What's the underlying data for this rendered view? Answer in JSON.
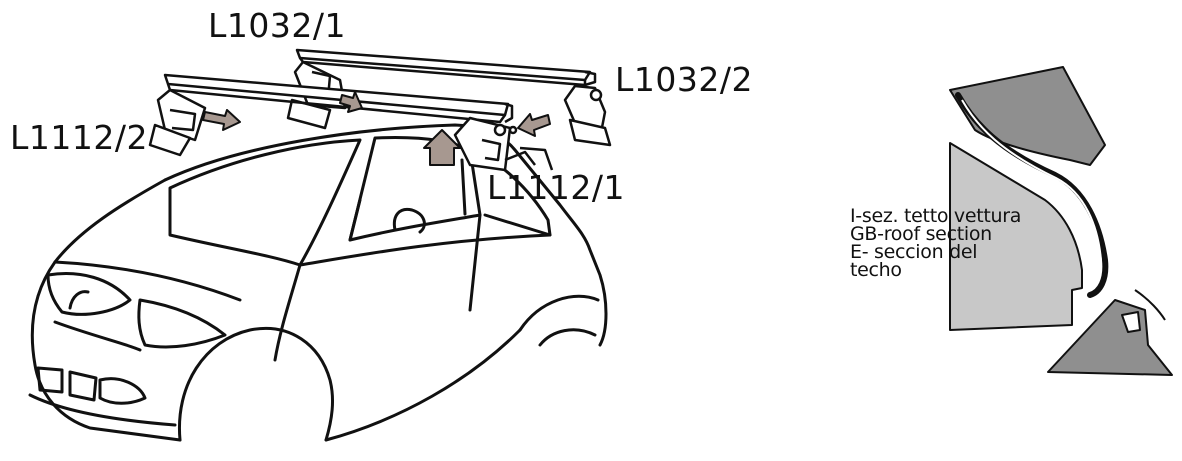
{
  "labels": {
    "bar_rear": "L1032/1",
    "bracket_rear": "L1032/2",
    "bracket_front_left": "L1112/2",
    "bracket_front_right": "L1112/1"
  },
  "section_note": {
    "line1": "I-sez. tetto vettura",
    "line2": "GB-roof section",
    "line3": "E- seccion del",
    "line4": "techo"
  },
  "colors": {
    "line": "#111111",
    "arrow_fill": "#a79890",
    "section_fill": "#c8c8c8",
    "section_dark": "#8f8f8f"
  }
}
